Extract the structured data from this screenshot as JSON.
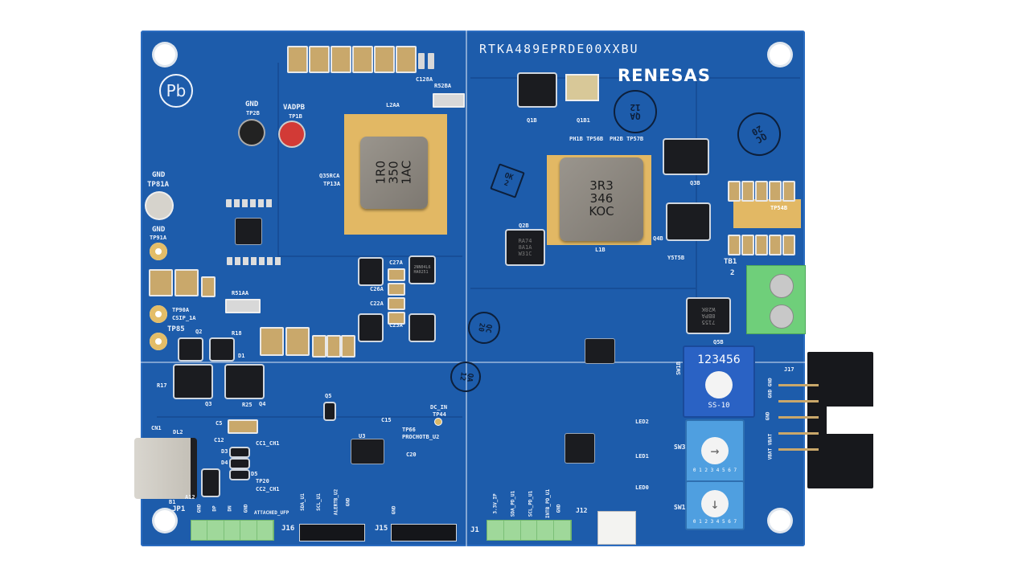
{
  "board": {
    "part_number": "RTKA489EPRDE00XXBU",
    "brand": "RENESAS",
    "pb_free_mark": "Pb",
    "colors": {
      "pcb": "#1d5cab",
      "silkscreen": "#eef3fb",
      "gold_pad": "#e2b864",
      "terminal_block": "#6fcf7a",
      "switch": "#4f9fe0"
    }
  },
  "inductors": {
    "l2aa": {
      "ref": "L2AA",
      "marking": "1R0\n350\n1AC"
    },
    "l1b": {
      "ref": "L1B",
      "marking": "3R3\n346\nKOC"
    }
  },
  "stamps": {
    "qa": "QA\n12",
    "qc": "QC\n20",
    "ok": "OK\n2"
  },
  "test_points": {
    "tp2b": {
      "net": "GND",
      "ref": "TP2B"
    },
    "tp1b": {
      "net": "VADPB",
      "ref": "TP1B"
    },
    "tp81a": {
      "net": "GND",
      "ref": "TP81A"
    },
    "tp91a": {
      "net": "GND",
      "ref": "TP91A"
    },
    "tp90a": {
      "ref": "TP90A",
      "net": "CSIP_1A"
    },
    "tp85": {
      "ref": "TP85"
    },
    "tp44": {
      "net": "DC_IN",
      "ref": "TP44"
    },
    "tp66": {
      "ref": "TP66",
      "net": "PROCHOTB_U2"
    },
    "tp13a": {
      "net": "Q35RCA",
      "ref": "TP13A"
    },
    "tp56b": {
      "ref": "PH1B TP56B"
    },
    "tp57b": {
      "ref": "PH2B TP57B"
    },
    "tp54b": "TP54B"
  },
  "connectors": {
    "jp1": {
      "ref": "JP1",
      "pins": [
        "GND",
        "DP",
        "DN",
        "GND",
        "ATTACHED_UFP"
      ]
    },
    "j16": {
      "ref": "J16",
      "pins": [
        "SDA_U1",
        "SCL_U1",
        "ALERTB_U2",
        "GND"
      ]
    },
    "j15": {
      "ref": "J15",
      "pins": [
        "GND"
      ]
    },
    "j1": {
      "ref": "J1",
      "pins": [
        "3.3V_IP",
        "SDA_PD_U1",
        "SCL_PD_U1",
        "INTB_PD_U1",
        "GND"
      ]
    },
    "j12": {
      "ref": "J12"
    },
    "j17": {
      "ref": "J17",
      "pins": [
        "GND GND",
        "GND",
        "VBAT VBAT"
      ]
    },
    "tb1": {
      "ref": "TB1",
      "pin": "2"
    },
    "usb": {
      "ref": "CN1",
      "aux": "DL2",
      "b1": "B1",
      "a12": "A12"
    }
  },
  "switches": {
    "sw1b": {
      "ref": "SW1B",
      "dial": "123456",
      "model": "SS-10"
    },
    "sw3": {
      "ref": "SW3",
      "dial": "0 1 2 3 4 5 6 7"
    },
    "sw1": {
      "ref": "SW1",
      "dial": "0 1 2 3 4 5 6 7"
    }
  },
  "refs": {
    "q1b": "Q1B",
    "q1b1": "Q1B1",
    "q2b": "Q2B",
    "q3b": "Q3B",
    "q4b": "Q4B",
    "q5b": "Q5B",
    "q2": "Q2",
    "q3": "Q3",
    "q4": "Q4",
    "q5": "Q5",
    "u3": "U3",
    "r52ba": "R52BA",
    "r51aa": "R51AA",
    "c128a": "C128A",
    "c27a": "C27A",
    "c26a": "C26A",
    "c22a": "C22A",
    "c23a": "C23A",
    "c5": "C5",
    "c12": "C12",
    "d3": "D3",
    "d4": "D4",
    "d5": "D5",
    "cc1": "CC1_CH1",
    "cc2": "CC2_CH1",
    "tp20": "TP20",
    "c15": "C15",
    "c20": "C20",
    "r17": "R17",
    "r25": "R25",
    "r18": "R18",
    "d1": "D1",
    "led0": "LED0",
    "led1": "LED1",
    "led2": "LED2",
    "y5t5b": "Y5T5B",
    "chip_q5b": "7155\n8BPA\nW28K",
    "chip_ra74": "RA74\n8A1A\nW31C",
    "chip_2n": "2NN04L6\nHA0251"
  }
}
